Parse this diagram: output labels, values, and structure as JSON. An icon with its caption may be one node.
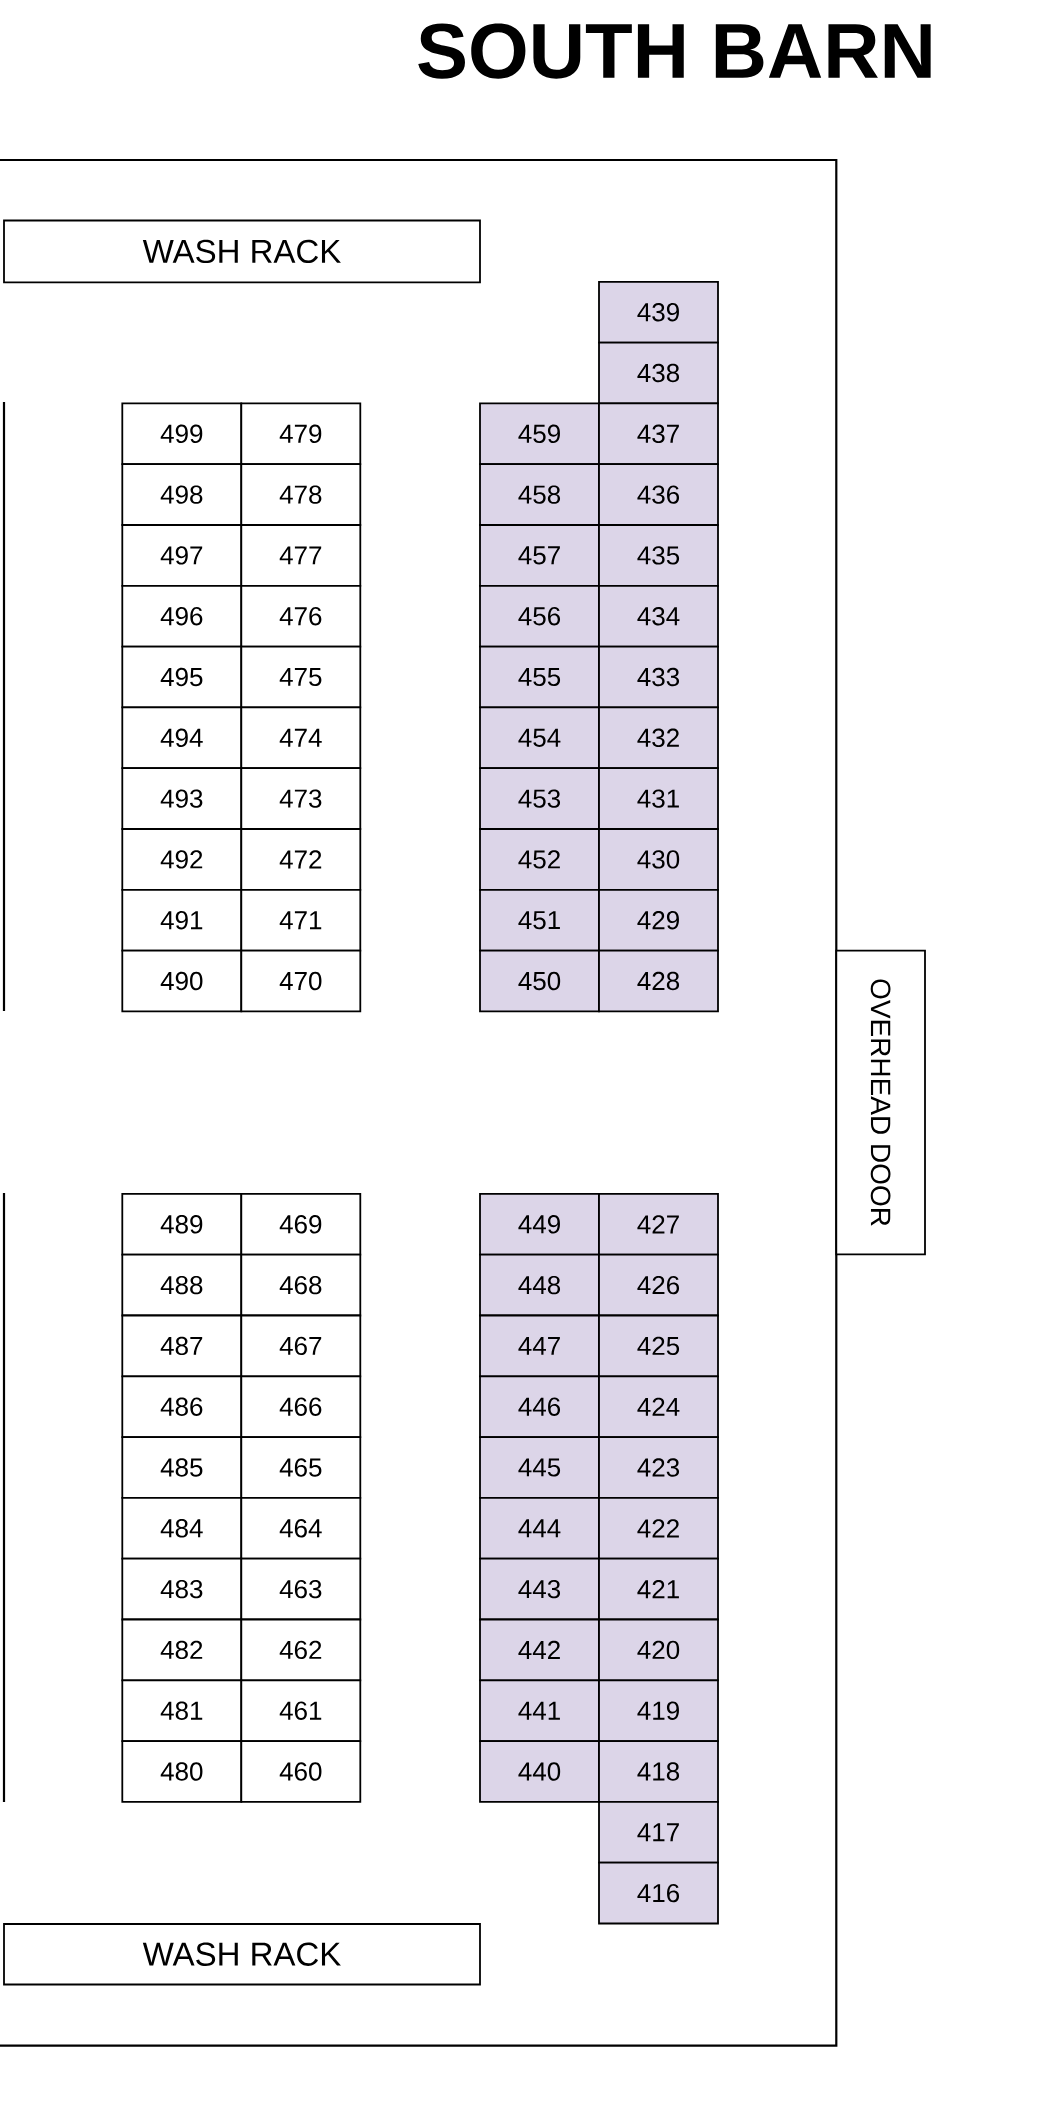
{
  "diagram": {
    "title": "SOUTH BARN",
    "nodes": [
      {
        "text": [
          "WASH RACK"
        ]
      },
      {
        "text": [
          "439"
        ]
      },
      {
        "text": [
          "438"
        ]
      },
      {
        "text": [
          "499"
        ]
      },
      {
        "text": [
          "479"
        ]
      },
      {
        "text": [
          "459"
        ]
      },
      {
        "text": [
          "437"
        ]
      },
      {
        "text": [
          "498"
        ]
      },
      {
        "text": [
          "478"
        ]
      },
      {
        "text": [
          "458"
        ]
      },
      {
        "text": [
          "436"
        ]
      },
      {
        "text": [
          "497"
        ]
      },
      {
        "text": [
          "477"
        ]
      },
      {
        "text": [
          "457"
        ]
      },
      {
        "text": [
          "435"
        ]
      },
      {
        "text": [
          "496"
        ]
      },
      {
        "text": [
          "476"
        ]
      },
      {
        "text": [
          "456"
        ]
      },
      {
        "text": [
          "434"
        ]
      },
      {
        "text": [
          "495"
        ]
      },
      {
        "text": [
          "475"
        ]
      },
      {
        "text": [
          "455"
        ]
      },
      {
        "text": [
          "433"
        ]
      },
      {
        "text": [
          "494"
        ]
      },
      {
        "text": [
          "474"
        ]
      },
      {
        "text": [
          "454"
        ]
      },
      {
        "text": [
          "432"
        ]
      },
      {
        "text": [
          "493"
        ]
      },
      {
        "text": [
          "473"
        ]
      },
      {
        "text": [
          "453"
        ]
      },
      {
        "text": [
          "431"
        ]
      },
      {
        "text": [
          "492"
        ]
      },
      {
        "text": [
          "472"
        ]
      },
      {
        "text": [
          "452"
        ]
      },
      {
        "text": [
          "430"
        ]
      },
      {
        "text": [
          "491"
        ]
      },
      {
        "text": [
          "471"
        ]
      },
      {
        "text": [
          "451"
        ]
      },
      {
        "text": [
          "429"
        ]
      },
      {
        "text": [
          "490"
        ]
      },
      {
        "text": [
          "470"
        ]
      },
      {
        "text": [
          "450"
        ]
      },
      {
        "text": [
          "428"
        ]
      },
      {
        "text": [
          "OVERHEAD DOOR"
        ]
      },
      {
        "text": [
          "489"
        ]
      },
      {
        "text": [
          "469"
        ]
      },
      {
        "text": [
          "449"
        ]
      },
      {
        "text": [
          "427"
        ]
      },
      {
        "text": [
          "488"
        ]
      },
      {
        "text": [
          "468"
        ]
      },
      {
        "text": [
          "448"
        ]
      },
      {
        "text": [
          "426"
        ]
      },
      {
        "text": [
          "487"
        ]
      },
      {
        "text": [
          "467"
        ]
      },
      {
        "text": [
          "447"
        ]
      },
      {
        "text": [
          "425"
        ]
      },
      {
        "text": [
          "486"
        ]
      },
      {
        "text": [
          "466"
        ]
      },
      {
        "text": [
          "446"
        ]
      },
      {
        "text": [
          "424"
        ]
      },
      {
        "text": [
          "485"
        ]
      },
      {
        "text": [
          "465"
        ]
      },
      {
        "text": [
          "445"
        ]
      },
      {
        "text": [
          "423"
        ]
      },
      {
        "text": [
          "484"
        ]
      },
      {
        "text": [
          "464"
        ]
      },
      {
        "text": [
          "444"
        ]
      },
      {
        "text": [
          "422"
        ]
      },
      {
        "text": [
          "483"
        ]
      },
      {
        "text": [
          "463"
        ]
      },
      {
        "text": [
          "443"
        ]
      },
      {
        "text": [
          "421"
        ]
      },
      {
        "text": [
          "482"
        ]
      },
      {
        "text": [
          "462"
        ]
      },
      {
        "text": [
          "442"
        ]
      },
      {
        "text": [
          "420"
        ]
      },
      {
        "text": [
          "481"
        ]
      },
      {
        "text": [
          "461"
        ]
      },
      {
        "text": [
          "441"
        ]
      },
      {
        "text": [
          "419"
        ]
      },
      {
        "text": [
          "480"
        ]
      },
      {
        "text": [
          "460"
        ]
      },
      {
        "text": [
          "440"
        ]
      },
      {
        "text": [
          "418"
        ]
      },
      {
        "text": [
          "417"
        ]
      },
      {
        "text": [
          "416"
        ]
      },
      {
        "text": [
          "WASH RACK"
        ]
      }
    ]
  }
}
